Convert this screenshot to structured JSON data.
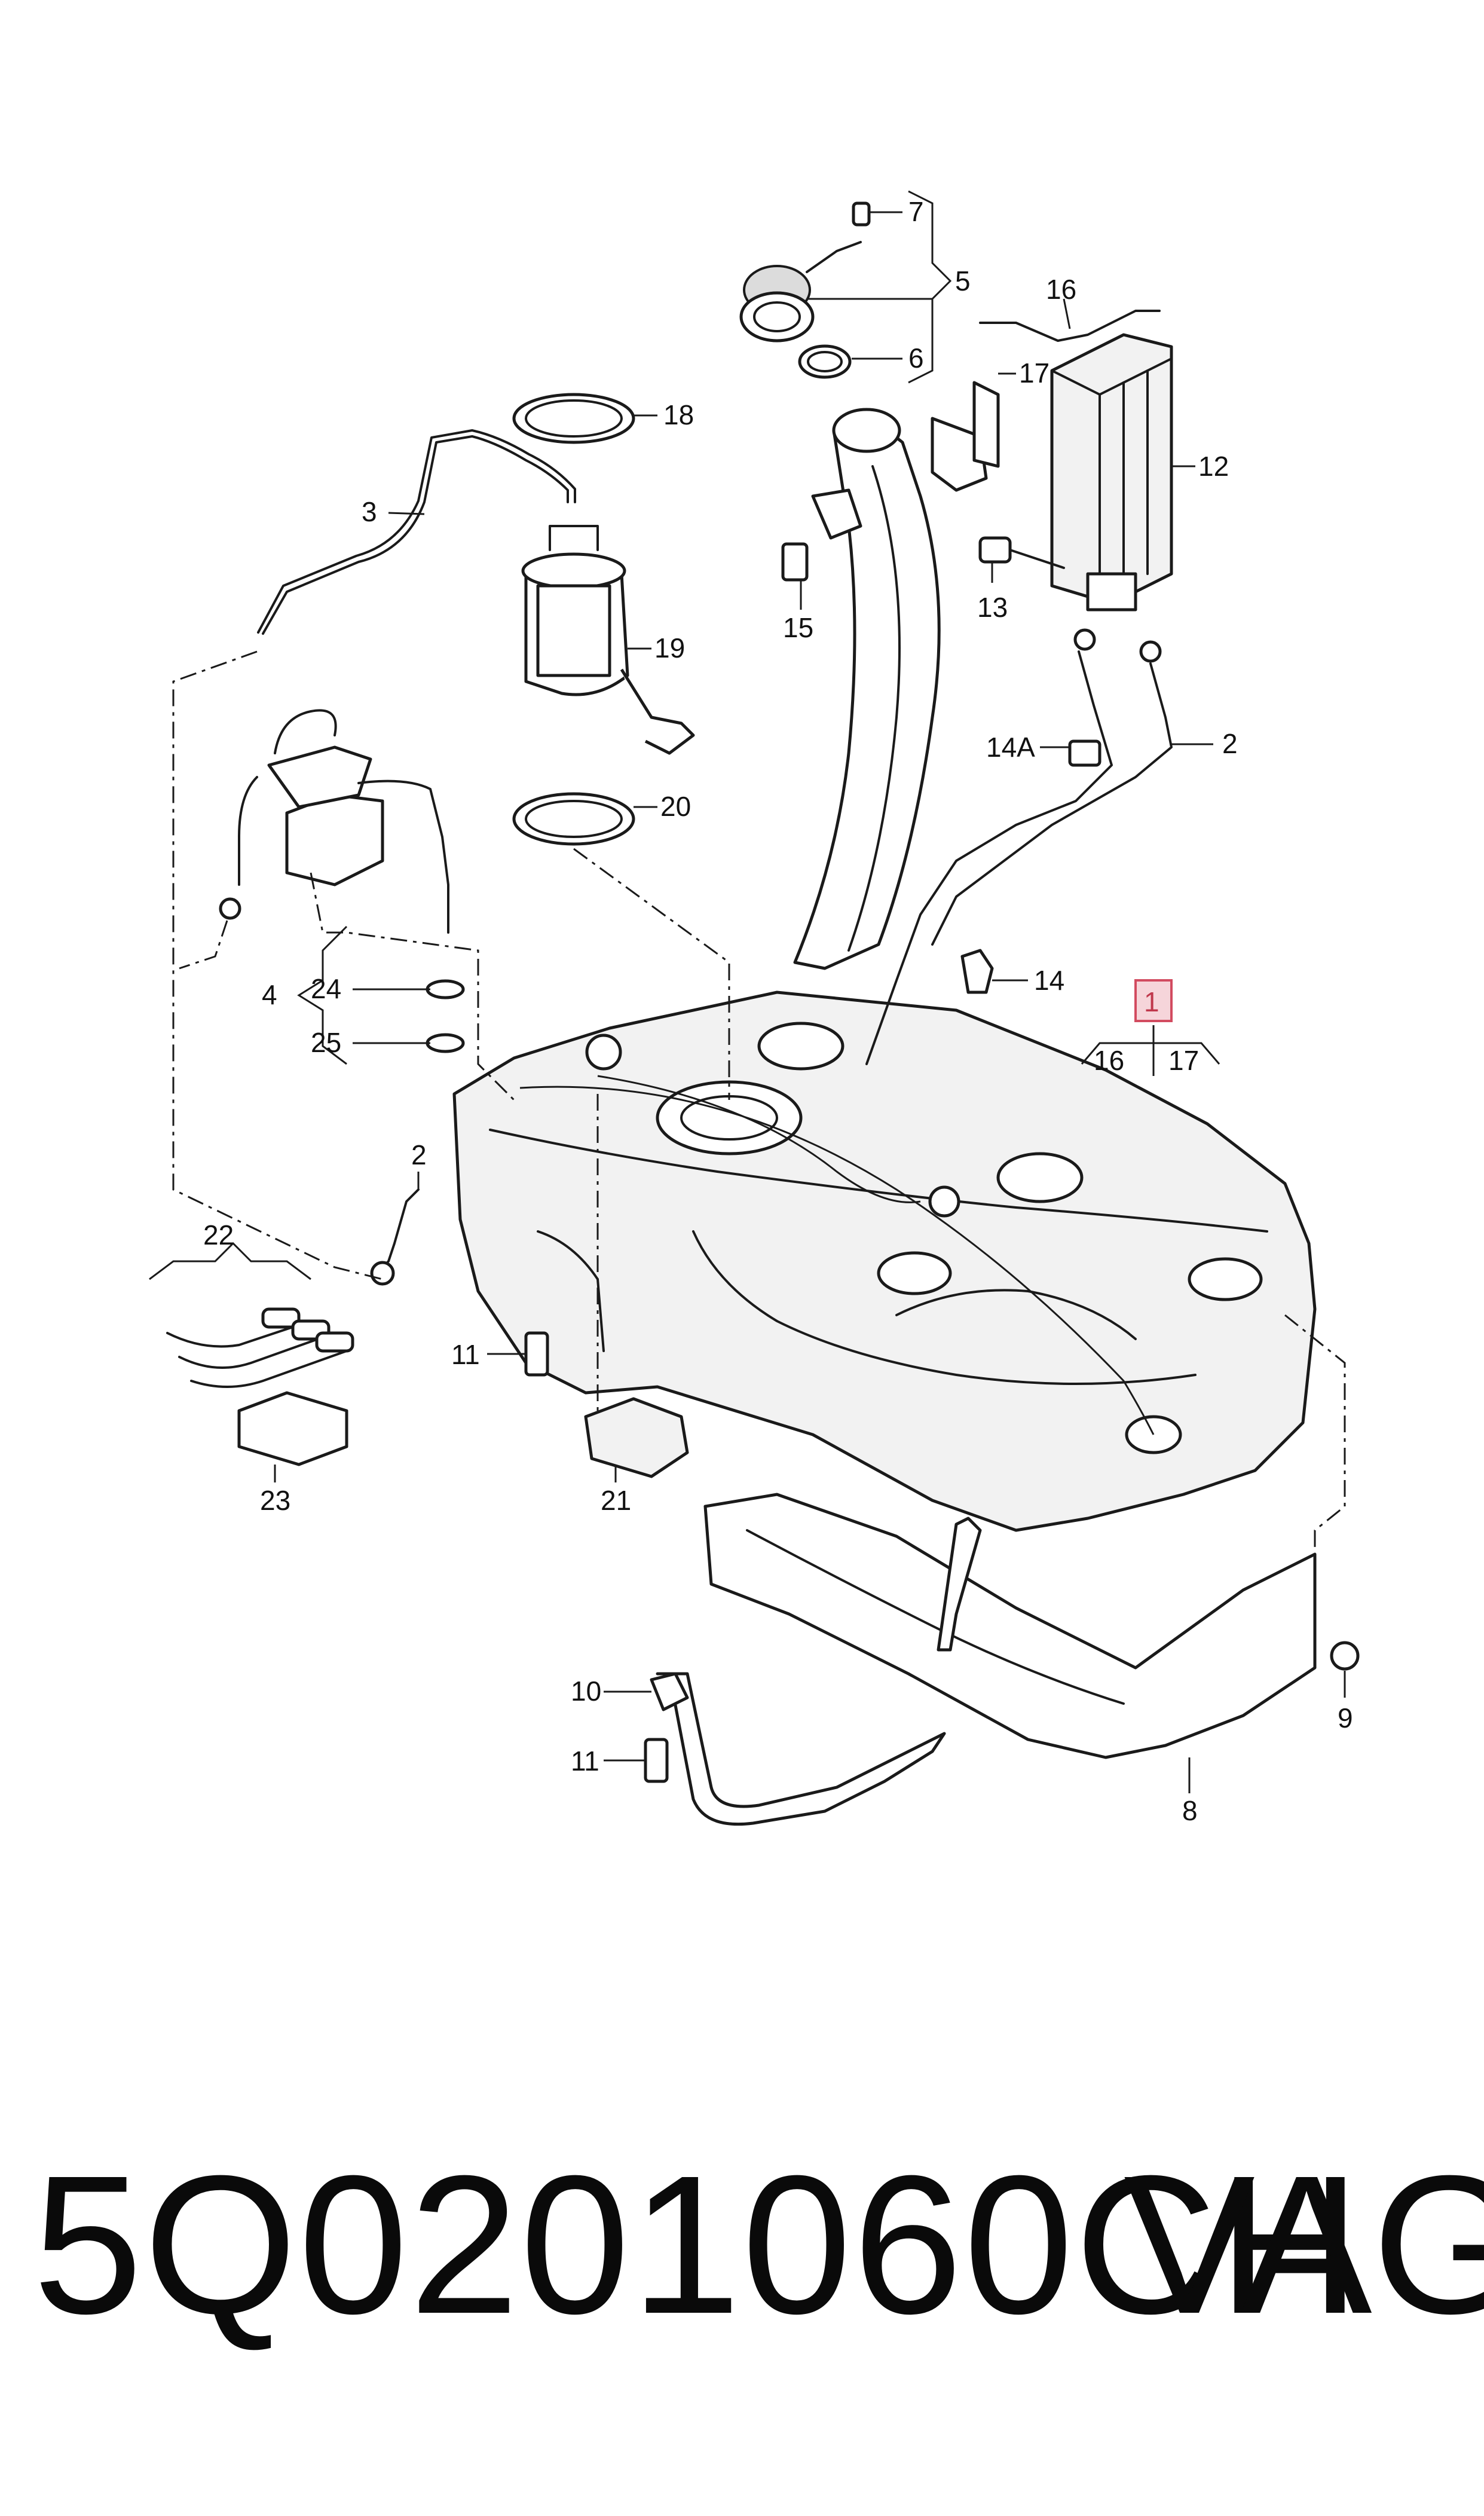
{
  "diagram": {
    "callouts": [
      "1",
      "2",
      "2",
      "3",
      "4",
      "5",
      "6",
      "7",
      "8",
      "9",
      "10",
      "11",
      "11",
      "12",
      "13",
      "14",
      "14A",
      "15",
      "16",
      "16",
      "17",
      "17",
      "18",
      "19",
      "20",
      "21",
      "22",
      "23",
      "24",
      "25"
    ],
    "highlighted_callout": "1",
    "highlight_color": "#c0384c"
  },
  "footer": {
    "part_number": "5Q0201060CH",
    "brand": "VAG"
  }
}
